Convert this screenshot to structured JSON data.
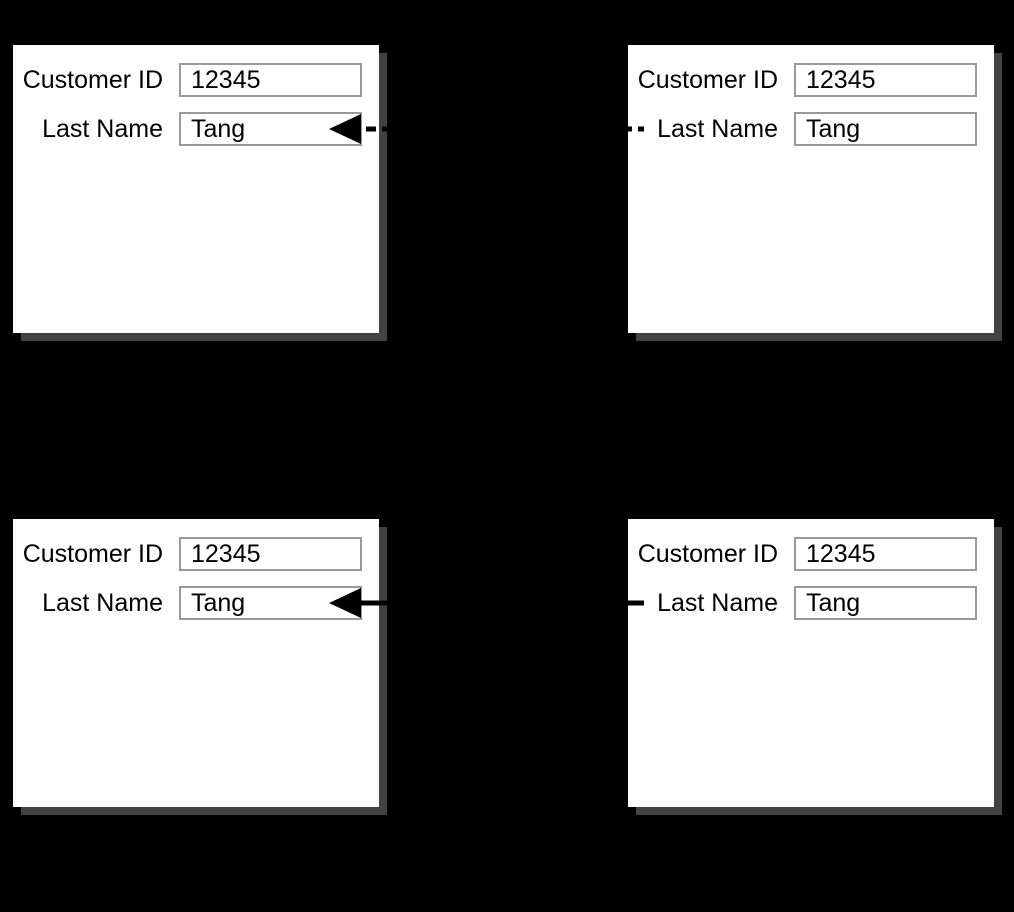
{
  "figure": {
    "background_color": "#000000",
    "panel_color": "#ffffff",
    "panel_shadow_color": "#424242",
    "input_border_color": "#999999",
    "text_color": "#000000",
    "arrow_color": "#000000"
  },
  "panels": [
    {
      "id": "top-left",
      "fields": [
        {
          "label": "Customer ID",
          "value": "12345"
        },
        {
          "label": "Last Name",
          "value": "Tang"
        }
      ]
    },
    {
      "id": "top-right",
      "fields": [
        {
          "label": "Customer ID",
          "value": "12345"
        },
        {
          "label": "Last Name",
          "value": "Tang"
        }
      ]
    },
    {
      "id": "bottom-left",
      "fields": [
        {
          "label": "Customer ID",
          "value": "12345"
        },
        {
          "label": "Last Name",
          "value": "Tang"
        }
      ]
    },
    {
      "id": "bottom-right",
      "fields": [
        {
          "label": "Customer ID",
          "value": "12345"
        },
        {
          "label": "Last Name",
          "value": "Tang"
        }
      ]
    }
  ],
  "arrows": [
    {
      "name": "top-dashed-arrow",
      "style": "dashed",
      "points_to": "top-left last-name field"
    },
    {
      "name": "bottom-solid-arrow",
      "style": "solid",
      "points_to": "bottom-left last-name field"
    }
  ]
}
